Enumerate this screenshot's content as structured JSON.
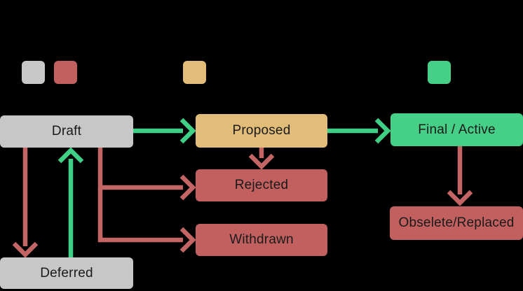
{
  "colors": {
    "background": "#000000",
    "gray": "#c7c7c7",
    "red": "#c26060",
    "yellow": "#e2bd7a",
    "green": "#45cf87",
    "arrow_green": "#3fcf85",
    "arrow_red": "#c46565",
    "text": "#1a1a1a"
  },
  "legend": {
    "items": [
      {
        "name": "gray-swatch",
        "color_key": "gray"
      },
      {
        "name": "red-swatch",
        "color_key": "red"
      },
      {
        "name": "yellow-swatch",
        "color_key": "yellow"
      },
      {
        "name": "green-swatch",
        "color_key": "green"
      }
    ]
  },
  "nodes": {
    "draft": {
      "label": "Draft",
      "status_color": "gray"
    },
    "proposed": {
      "label": "Proposed",
      "status_color": "yellow"
    },
    "final_active": {
      "label": "Final / Active",
      "status_color": "green"
    },
    "rejected": {
      "label": "Rejected",
      "status_color": "red"
    },
    "withdrawn": {
      "label": "Withdrawn",
      "status_color": "red"
    },
    "deferred": {
      "label": "Deferred",
      "status_color": "gray"
    },
    "obsolete_replaced": {
      "label": "Obselete/Replaced",
      "status_color": "red"
    }
  },
  "edges": [
    {
      "from": "draft",
      "to": "proposed",
      "color": "green"
    },
    {
      "from": "proposed",
      "to": "final_active",
      "color": "green"
    },
    {
      "from": "proposed",
      "to": "rejected",
      "color": "red"
    },
    {
      "from": "final_active",
      "to": "obsolete_replaced",
      "color": "red"
    },
    {
      "from": "draft",
      "to": "deferred",
      "color": "red"
    },
    {
      "from": "deferred",
      "to": "draft",
      "color": "green"
    },
    {
      "from": "draft",
      "to": "rejected",
      "color": "red"
    },
    {
      "from": "draft",
      "to": "withdrawn",
      "color": "red"
    }
  ]
}
